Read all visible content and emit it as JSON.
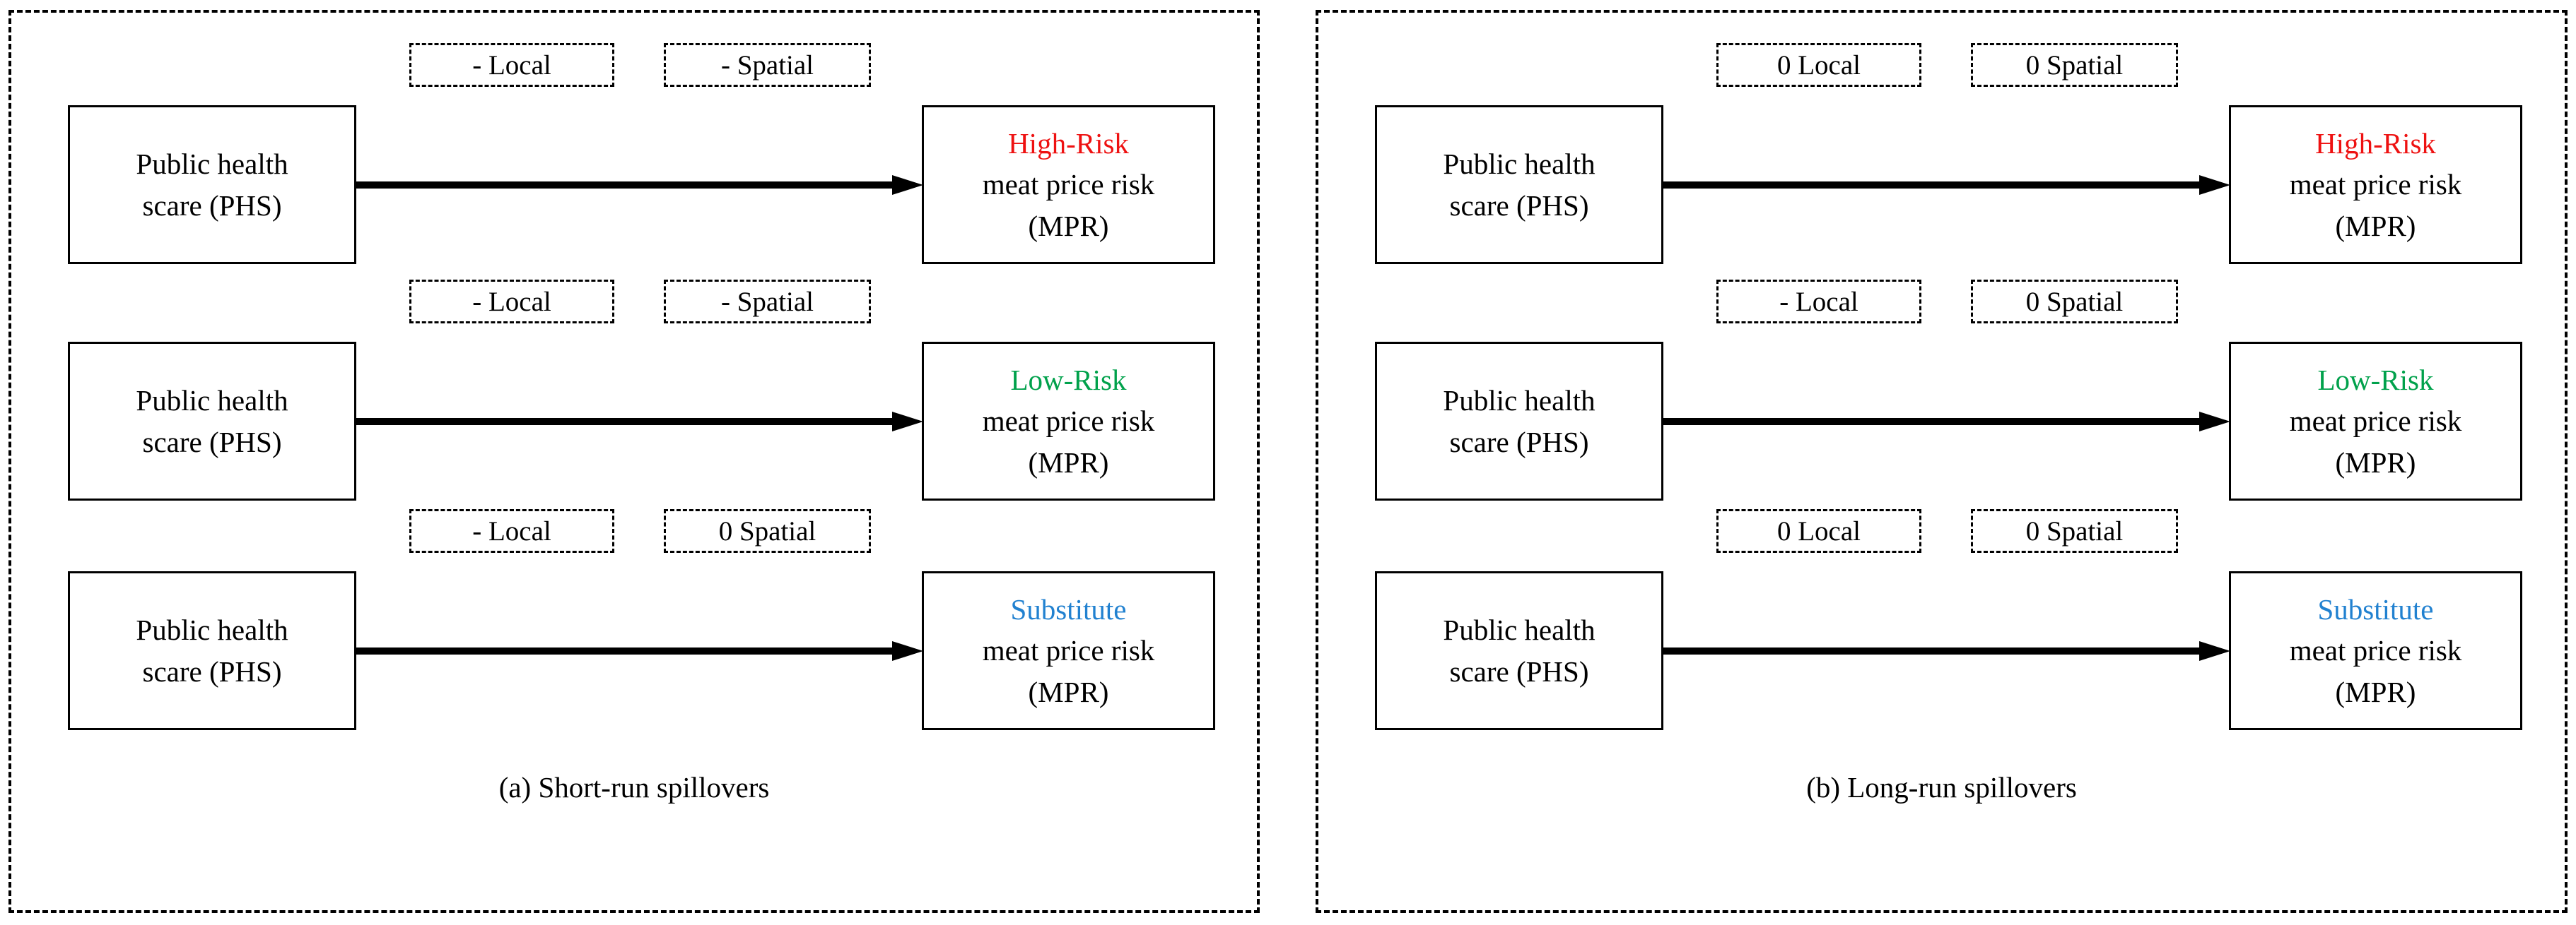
{
  "figure": {
    "type": "conceptual-diagram",
    "panels": [
      {
        "id": "a",
        "caption": "(a) Short-run spillovers",
        "rows": [
          {
            "source": {
              "line1": "Public health",
              "line2": "scare (PHS)"
            },
            "local_effect": "- Local",
            "spatial_effect": "- Spatial",
            "target": {
              "kind": "High-Risk",
              "line2": "meat price risk",
              "line3": "(MPR)",
              "color": "#ee1111"
            },
            "arrow": "solid-arrow-right"
          },
          {
            "source": {
              "line1": "Public health",
              "line2": "scare (PHS)"
            },
            "local_effect": "- Local",
            "spatial_effect": "- Spatial",
            "target": {
              "kind": "Low-Risk",
              "line2": "meat price risk",
              "line3": "(MPR)",
              "color": "#00a14b"
            },
            "arrow": "solid-arrow-right"
          },
          {
            "source": {
              "line1": "Public health",
              "line2": "scare (PHS)"
            },
            "local_effect": "- Local",
            "spatial_effect": "0 Spatial",
            "target": {
              "kind": "Substitute",
              "line2": "meat price risk",
              "line3": "(MPR)",
              "color": "#2181d0"
            },
            "arrow": "solid-arrow-right"
          }
        ]
      },
      {
        "id": "b",
        "caption": "(b) Long-run spillovers",
        "rows": [
          {
            "source": {
              "line1": "Public health",
              "line2": "scare (PHS)"
            },
            "local_effect": "0 Local",
            "spatial_effect": "0 Spatial",
            "target": {
              "kind": "High-Risk",
              "line2": "meat price risk",
              "line3": "(MPR)",
              "color": "#ee1111"
            },
            "arrow": "solid-arrow-right"
          },
          {
            "source": {
              "line1": "Public health",
              "line2": "scare (PHS)"
            },
            "local_effect": "- Local",
            "spatial_effect": "0 Spatial",
            "target": {
              "kind": "Low-Risk",
              "line2": "meat price risk",
              "line3": "(MPR)",
              "color": "#00a14b"
            },
            "arrow": "solid-arrow-right"
          },
          {
            "source": {
              "line1": "Public health",
              "line2": "scare (PHS)"
            },
            "local_effect": "0 Local",
            "spatial_effect": "0 Spatial",
            "target": {
              "kind": "Substitute",
              "line2": "meat price risk",
              "line3": "(MPR)",
              "color": "#2181d0"
            },
            "arrow": "solid-arrow-right"
          }
        ]
      }
    ],
    "colors": {
      "high_risk": "#ee1111",
      "low_risk": "#00a14b",
      "substitute": "#2181d0",
      "stroke": "#000000",
      "background": "#ffffff"
    }
  }
}
